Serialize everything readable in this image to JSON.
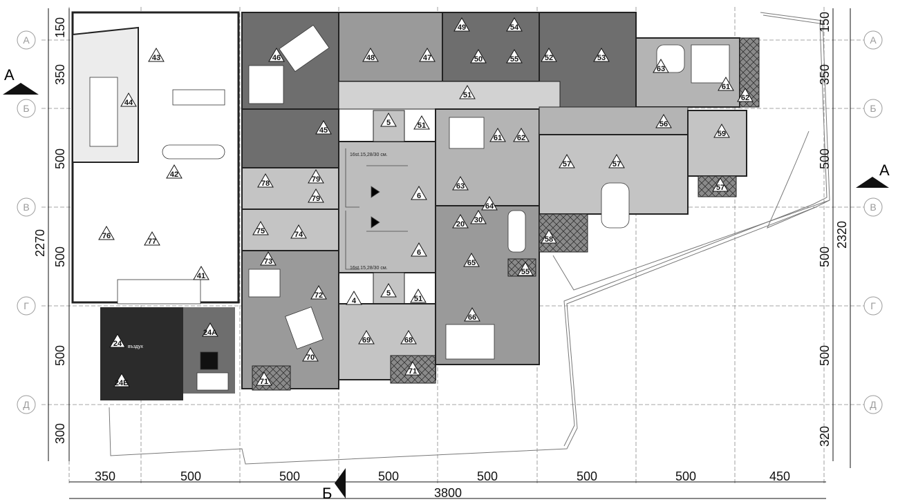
{
  "plan": {
    "colors": {
      "dark_room": "#6e6e6e",
      "mid_room": "#9a9a9a",
      "light_room": "#c4c4c4",
      "corridor": "#d2d2d2",
      "stair_dark": "#2b2b2b",
      "wall": "#222222",
      "grid": "#777777"
    },
    "dims_top_left": [
      "150",
      "350",
      "500",
      "500",
      "500",
      "300"
    ],
    "dims_left_total": "2270",
    "dims_right": [
      "150",
      "350",
      "500",
      "500",
      "500",
      "320"
    ],
    "dims_right_total": "2320",
    "dims_bottom": [
      "350",
      "500",
      "500",
      "500",
      "500",
      "500",
      "500",
      "450"
    ],
    "dims_bottom_total": "3800",
    "axis_labels": [
      "А",
      "Б",
      "В",
      "Г",
      "Д"
    ],
    "section_a": "А",
    "section_b": "Б",
    "stair_note": "16st.15,28/30 cм.",
    "note_up": "въздух",
    "rooms": [
      {
        "id": "r43",
        "label": "43"
      },
      {
        "id": "r44",
        "label": "44"
      },
      {
        "id": "r42",
        "label": "42"
      },
      {
        "id": "r41",
        "label": "41"
      },
      {
        "id": "r76",
        "label": "76"
      },
      {
        "id": "r77",
        "label": "77"
      },
      {
        "id": "r24",
        "label": "24"
      },
      {
        "id": "r24a",
        "label": "24А"
      },
      {
        "id": "r24b",
        "label": "24Б"
      },
      {
        "id": "r46",
        "label": "46"
      },
      {
        "id": "r48",
        "label": "48"
      },
      {
        "id": "r47",
        "label": "47"
      },
      {
        "id": "r49",
        "label": "49"
      },
      {
        "id": "r50",
        "label": "50"
      },
      {
        "id": "r54",
        "label": "54"
      },
      {
        "id": "r55",
        "label": "55"
      },
      {
        "id": "r52",
        "label": "52"
      },
      {
        "id": "r53",
        "label": "53"
      },
      {
        "id": "r63a",
        "label": "63"
      },
      {
        "id": "r61a",
        "label": "61"
      },
      {
        "id": "r62a",
        "label": "62"
      },
      {
        "id": "r51a",
        "label": "51"
      },
      {
        "id": "r45",
        "label": "45"
      },
      {
        "id": "r5a",
        "label": "5"
      },
      {
        "id": "r51b",
        "label": "51"
      },
      {
        "id": "r61b",
        "label": "61"
      },
      {
        "id": "r62b",
        "label": "62"
      },
      {
        "id": "r56",
        "label": "56"
      },
      {
        "id": "r59",
        "label": "59"
      },
      {
        "id": "r57a",
        "label": "57"
      },
      {
        "id": "r57b",
        "label": "57"
      },
      {
        "id": "r57c",
        "label": "57"
      },
      {
        "id": "r78",
        "label": "78"
      },
      {
        "id": "r79a",
        "label": "79"
      },
      {
        "id": "r79b",
        "label": "79"
      },
      {
        "id": "r6a",
        "label": "6"
      },
      {
        "id": "r63b",
        "label": "63"
      },
      {
        "id": "r64",
        "label": "64"
      },
      {
        "id": "r75",
        "label": "75"
      },
      {
        "id": "r74",
        "label": "74"
      },
      {
        "id": "r6b",
        "label": "6"
      },
      {
        "id": "r20",
        "label": "20"
      },
      {
        "id": "r30",
        "label": "30"
      },
      {
        "id": "r58",
        "label": "58"
      },
      {
        "id": "r73",
        "label": "73"
      },
      {
        "id": "r65",
        "label": "65"
      },
      {
        "id": "r55b",
        "label": "55"
      },
      {
        "id": "r72",
        "label": "72"
      },
      {
        "id": "r4",
        "label": "4"
      },
      {
        "id": "r5b",
        "label": "5"
      },
      {
        "id": "r51c",
        "label": "51"
      },
      {
        "id": "r66",
        "label": "66"
      },
      {
        "id": "r69",
        "label": "69"
      },
      {
        "id": "r68",
        "label": "68"
      },
      {
        "id": "r70",
        "label": "70"
      },
      {
        "id": "r71a",
        "label": "71"
      },
      {
        "id": "r71b",
        "label": "71"
      }
    ]
  }
}
